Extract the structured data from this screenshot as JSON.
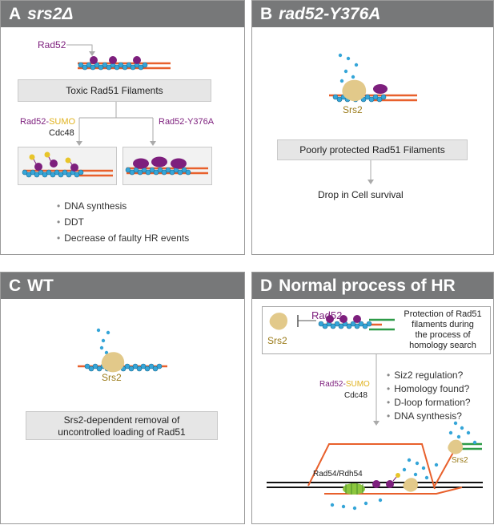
{
  "panelA": {
    "letter": "A",
    "title": "srs2Δ",
    "rad52": "Rad52",
    "toxic": "Toxic Rad51 Filaments",
    "rad52_prefix": "Rad52-",
    "sumo": "SUMO",
    "cdc48": "Cdc48",
    "rad52_y376a": "Rad52-Y376A",
    "bullets": [
      "DNA synthesis",
      "DDT",
      "Decrease of faulty HR events"
    ]
  },
  "panelB": {
    "letter": "B",
    "title": "rad52-Y376A",
    "srs2": "Srs2",
    "box": "Poorly protected Rad51 Filaments",
    "drop": "Drop in Cell survival"
  },
  "panelC": {
    "letter": "C",
    "title": "WT",
    "srs2": "Srs2",
    "box_line1": "Srs2-dependent removal of",
    "box_line2": "uncontrolled loading of Rad51"
  },
  "panelD": {
    "letter": "D",
    "title": "Normal process of HR",
    "srs2_left": "Srs2",
    "rad52": "Rad52",
    "prot_line1": "Protection of Rad51",
    "prot_line2": "filaments during",
    "prot_line3": "the process of",
    "prot_line4": "homology search",
    "rad52_prefix": "Rad52-",
    "sumo": "SUMO",
    "cdc48": "Cdc48",
    "bullets": [
      "Siz2 regulation?",
      "Homology found?",
      "D-loop formation?",
      "DNA synthesis?"
    ],
    "srs2_right": "Srs2",
    "rad54": "Rad54/Rdh54"
  },
  "colors": {
    "header": "#777879",
    "dna_orange": "#e8602c",
    "dna_green": "#2e9b48",
    "rad51_blue": "#35a5d8",
    "rad52_purple": "#7d1f7d",
    "sumo_yellow": "#e8c52a",
    "srs2_tan": "#e2c98a",
    "gray_box": "#e6e6e6"
  }
}
